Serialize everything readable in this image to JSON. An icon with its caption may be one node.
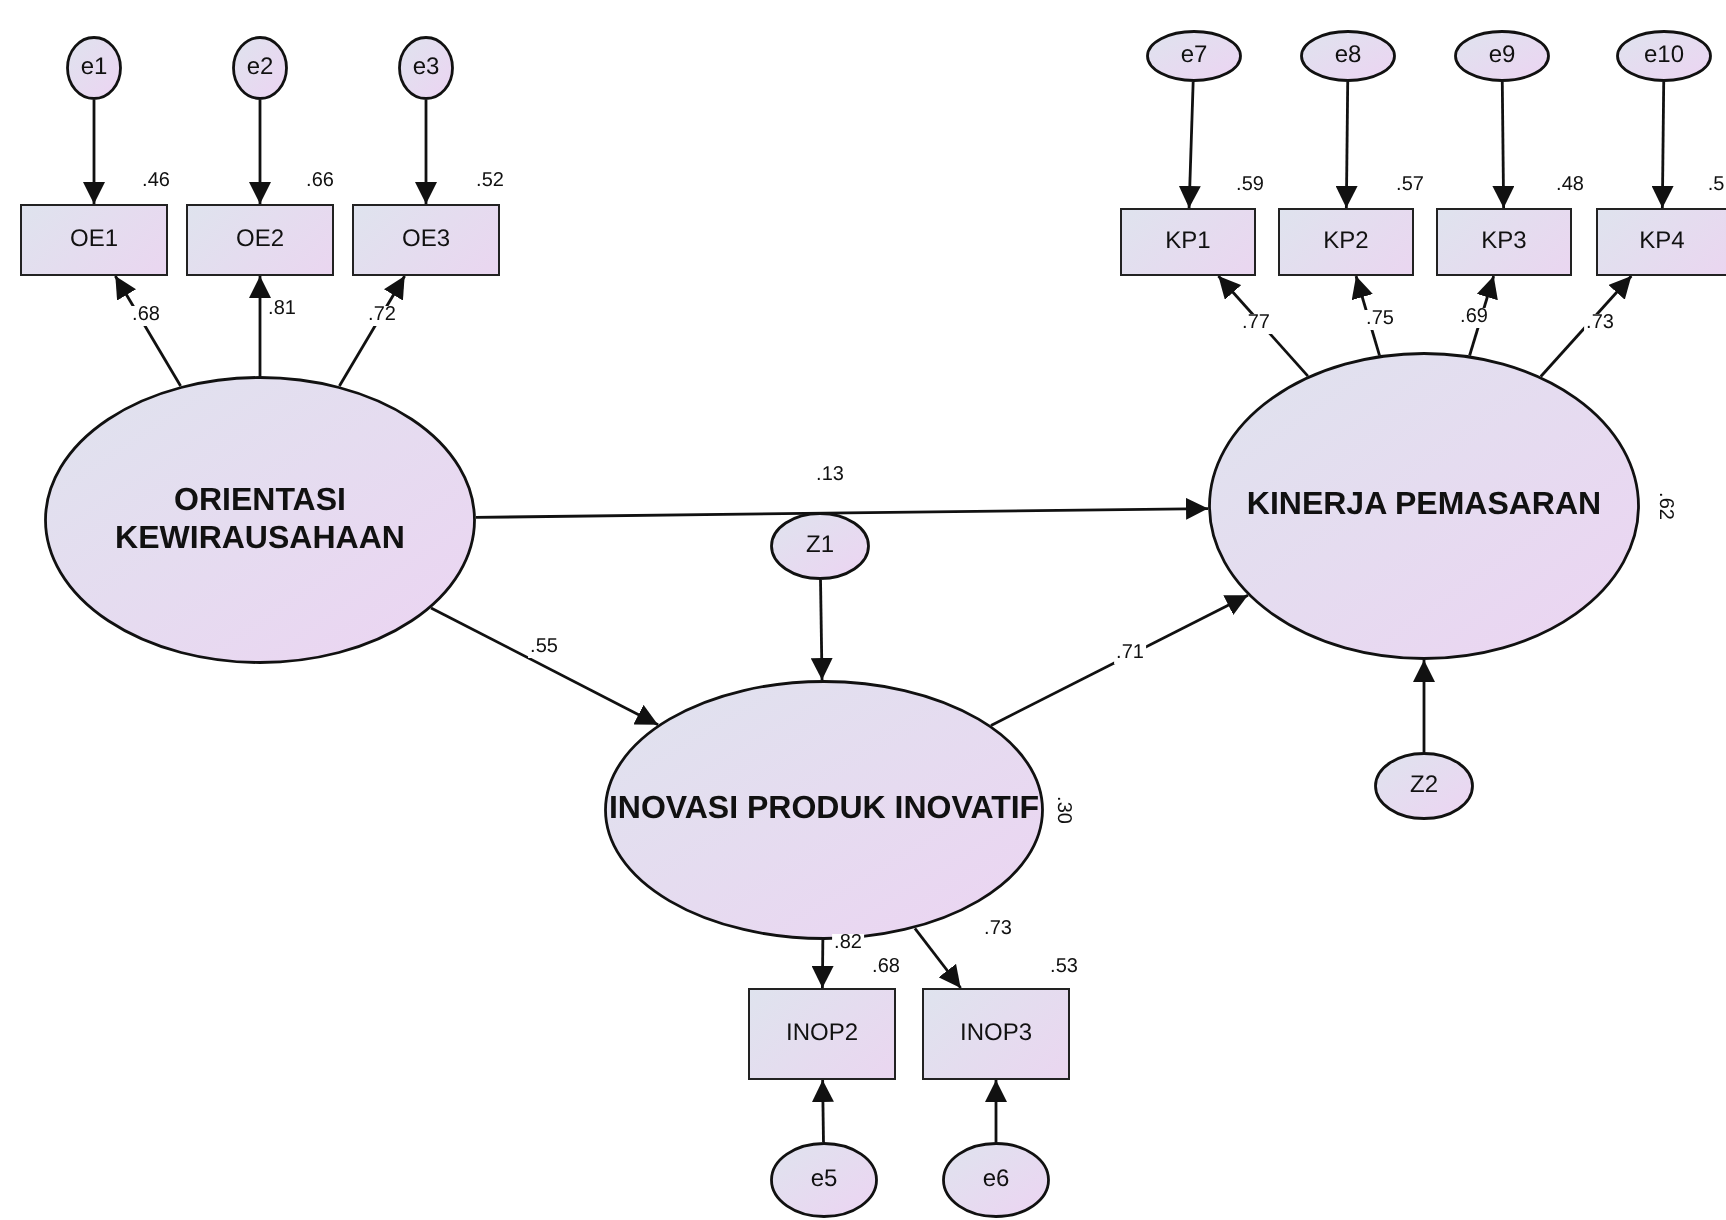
{
  "diagram": {
    "nodes": [
      {
        "text": [
          "e1"
        ]
      },
      {
        "text": [
          "e2"
        ]
      },
      {
        "text": [
          "e3"
        ]
      },
      {
        "text": [
          "e7"
        ]
      },
      {
        "text": [
          "e8"
        ]
      },
      {
        "text": [
          "e9"
        ]
      },
      {
        "text": [
          "e10"
        ]
      },
      {
        "text": [
          "OE1"
        ],
        "beside": [
          ".46"
        ]
      },
      {
        "text": [
          "OE2"
        ],
        "beside": [
          ".66"
        ]
      },
      {
        "text": [
          "OE3"
        ],
        "beside": [
          ".52"
        ]
      },
      {
        "text": [
          "KP1"
        ],
        "beside": [
          ".59"
        ]
      },
      {
        "text": [
          "KP2"
        ],
        "beside": [
          ".57"
        ]
      },
      {
        "text": [
          "KP3"
        ],
        "beside": [
          ".48"
        ]
      },
      {
        "text": [
          "KP4"
        ],
        "beside": [
          ".5"
        ]
      },
      {
        "text": [
          "ORIENTASI KEWIRAUSAHAAN"
        ]
      },
      {
        "text": [
          "KINERJA PEMASARAN"
        ],
        "beside": [
          ".62"
        ]
      },
      {
        "text": [
          "Z1"
        ]
      },
      {
        "text": [
          "INOVASI PRODUK INOVATIF"
        ],
        "beside": [
          ".30"
        ]
      },
      {
        "text": [
          "Z2"
        ]
      },
      {
        "text": [
          "INOP2"
        ],
        "beside": [
          ".68"
        ]
      },
      {
        "text": [
          "INOP3"
        ],
        "beside": [
          ".53"
        ]
      },
      {
        "text": [
          "e5"
        ]
      },
      {
        "text": [
          "e6"
        ]
      }
    ],
    "edges": [
      {
        "from": 0,
        "to": 7,
        "arrow": "to"
      },
      {
        "from": 1,
        "to": 8,
        "arrow": "to"
      },
      {
        "from": 2,
        "to": 9,
        "arrow": "to"
      },
      {
        "from": 3,
        "to": 10,
        "arrow": "to"
      },
      {
        "from": 4,
        "to": 11,
        "arrow": "to"
      },
      {
        "from": 5,
        "to": 12,
        "arrow": "to"
      },
      {
        "from": 6,
        "to": 13,
        "arrow": "to"
      },
      {
        "from": 14,
        "to": 7,
        "arrow": "to",
        "label": ".68"
      },
      {
        "from": 14,
        "to": 8,
        "arrow": "to",
        "label": ".81"
      },
      {
        "from": 14,
        "to": 9,
        "arrow": "to",
        "label": ".72"
      },
      {
        "from": 15,
        "to": 10,
        "arrow": "to",
        "label": ".77"
      },
      {
        "from": 15,
        "to": 11,
        "arrow": "to",
        "label": ".75"
      },
      {
        "from": 15,
        "to": 12,
        "arrow": "to",
        "label": ".69"
      },
      {
        "from": 15,
        "to": 13,
        "arrow": "to",
        "label": ".73"
      },
      {
        "from": 14,
        "to": 15,
        "arrow": "to",
        "label": ".13"
      },
      {
        "from": 14,
        "to": 17,
        "arrow": "to",
        "label": ".55"
      },
      {
        "from": 16,
        "to": 17,
        "arrow": "to"
      },
      {
        "from": 17,
        "to": 15,
        "arrow": "to",
        "label": ".71"
      },
      {
        "from": 18,
        "to": 15,
        "arrow": "to"
      },
      {
        "from": 17,
        "to": 19,
        "arrow": "to",
        "label": ".82"
      },
      {
        "from": 17,
        "to": 20,
        "arrow": "to",
        "label": ".73"
      },
      {
        "from": 21,
        "to": 19,
        "arrow": "to"
      },
      {
        "from": 22,
        "to": 20,
        "arrow": "to"
      }
    ]
  }
}
